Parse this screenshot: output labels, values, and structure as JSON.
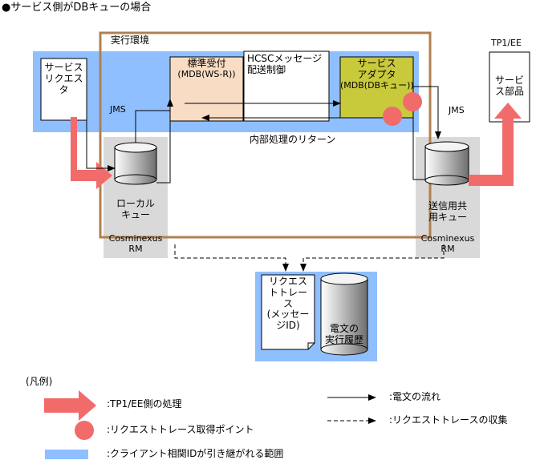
{
  "title": "●サービス側がDBキューの場合",
  "env_label": "実行環境",
  "tp1ee_label": "TP1/EE",
  "requester": {
    "line1": "サービス",
    "line2": "リクエス",
    "line3": "タ"
  },
  "std_receiver": {
    "line1": "標準受付",
    "line2": "(MDB(WS-R))"
  },
  "hcsc": {
    "line1": "HCSCメッセージ",
    "line2": "配送制御"
  },
  "adapter": {
    "line1": "サービス",
    "line2": "アダプタ",
    "line3": "(MDB(DBキュー))"
  },
  "service_part": {
    "line1": "サービ",
    "line2": "ス部品"
  },
  "jms_left": "JMS",
  "jms_right": "JMS",
  "internal_return": "内部処理のリターン",
  "local_queue": {
    "line1": "ローカル",
    "line2": "キュー"
  },
  "send_queue": {
    "line1": "送信用共",
    "line2": "用キュー"
  },
  "cosmi_left": {
    "line1": "Cosminexus",
    "line2": "RM"
  },
  "cosmi_right": {
    "line1": "Cosminexus",
    "line2": "RM"
  },
  "request_trace": {
    "line1": "リクエス",
    "line2": "トトレー",
    "line3": "ス",
    "line4": "(メッセー",
    "line5": "ジID)"
  },
  "message_history": {
    "line1": "電文の",
    "line2": "実行履歴"
  },
  "legend": {
    "title": "(凡例)",
    "tp1ee_process": ":TP1/EE側の処理",
    "trace_point": ":リクエストトレース取得ポイント",
    "client_id_range": ":クライアント相関IDが引き継がれる範囲",
    "message_flow": ":電文の流れ",
    "trace_collect": ":リクエストトレースの収集"
  },
  "colors": {
    "blue_band": "#8fbfff",
    "peach": "#f8dcc4",
    "olive": "#c9c93c",
    "pink": "#f26b6b",
    "brown": "#b08050",
    "gray": "#d9d9d9"
  }
}
